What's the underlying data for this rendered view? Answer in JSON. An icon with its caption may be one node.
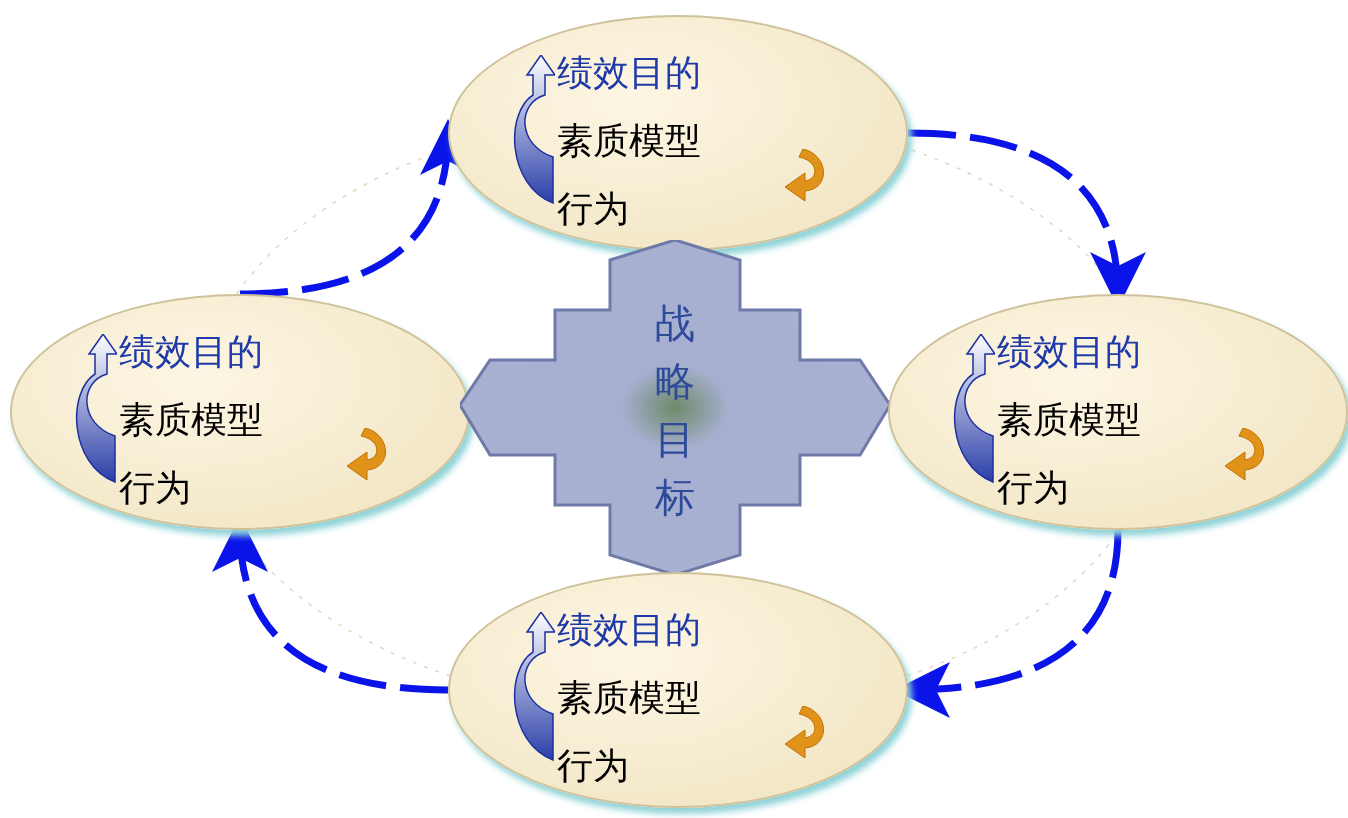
{
  "diagram": {
    "nodes": [
      {
        "text": [
          "绩效目的",
          "素质模型",
          "行为"
        ]
      },
      {
        "text": [
          "绩效目的",
          "素质模型",
          "行为"
        ]
      },
      {
        "text": [
          "战略目标"
        ]
      },
      {
        "text": [
          "绩效目的",
          "素质模型",
          "行为"
        ]
      },
      {
        "text": [
          "绩效目的",
          "素质模型",
          "行为"
        ]
      }
    ],
    "edges": [
      {
        "from": 1,
        "to": 0,
        "arrow": "to",
        "style": "dashed"
      },
      {
        "from": 0,
        "to": 3,
        "arrow": "to",
        "style": "dashed"
      },
      {
        "from": 3,
        "to": 4,
        "arrow": "to",
        "style": "dashed"
      },
      {
        "from": 4,
        "to": 1,
        "arrow": "to",
        "style": "dashed"
      }
    ]
  }
}
